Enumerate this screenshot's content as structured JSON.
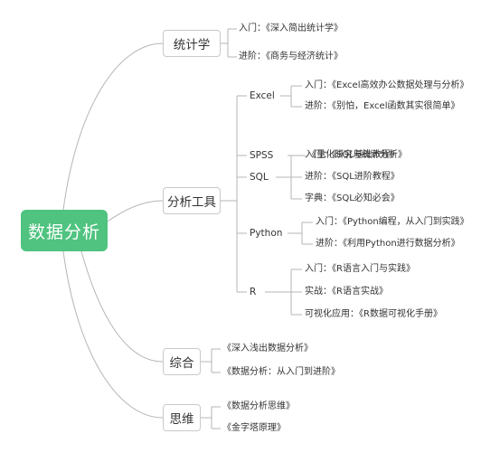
{
  "root": "数据分析",
  "categories": {
    "stats": {
      "title": "统计学",
      "items": [
        "入门：《深入简出统计学》",
        "进阶：《商务与经济统计》"
      ]
    },
    "tools": {
      "title": "分析工具",
      "excel": {
        "name": "Excel",
        "items": [
          "入门：《Excel高效办公数据处理与分析》",
          "进阶：《别怕，Excel函数其实很简单》"
        ]
      },
      "spss": {
        "name": "SPSS",
        "items": [
          "《量化研究与统计分析》"
        ]
      },
      "sql": {
        "name": "SQL",
        "items": [
          "入门：《SQL基础教程》",
          "进阶：《SQL进阶教程》",
          "字典：《SQL必知必会》"
        ]
      },
      "python": {
        "name": "Python",
        "items": [
          "入门：《Python编程，从入门到实践》",
          "进阶：《利用Python进行数据分析》"
        ]
      },
      "r": {
        "name": "R",
        "items": [
          "入门：《R语言入门与实践》",
          "实战：《R语言实战》",
          "可视化应用：《R数据可视化手册》"
        ]
      }
    },
    "general": {
      "title": "综合",
      "items": [
        "《深入浅出数据分析》",
        "《数据分析：从入门到进阶》"
      ]
    },
    "thinking": {
      "title": "思维",
      "items": [
        "《数据分析思维》",
        "《金字塔原理》"
      ]
    }
  },
  "colors": {
    "root": "#4fc37f",
    "line": "#b5b5b5"
  }
}
